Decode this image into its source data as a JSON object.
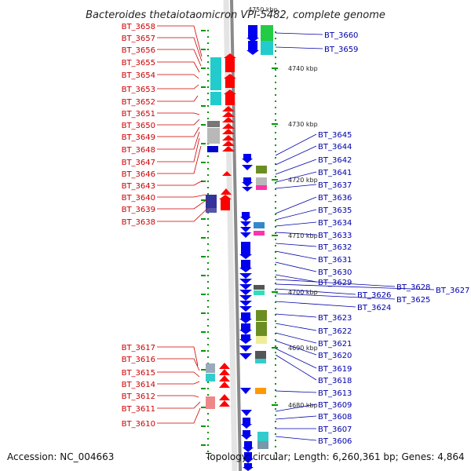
{
  "title": "Bacteroides thetaiotaomicron VPI-5482, complete genome",
  "top_partial_label": "4750 kbp",
  "accession": "Accession: NC_004663",
  "topology": "Topology: circular; Length: 6,260,361 bp; Genes: 4,864",
  "colors": {
    "left_label": "#cc0000",
    "right_label": "#0000aa",
    "left_gene": "#ff0000",
    "right_gene": "#0000ee",
    "tick": "#009900",
    "backbone": "#8a8a8a"
  },
  "kbp_labels": [
    "4740 kbp",
    "4730 kbp",
    "4720 kbp",
    "4710 kbp",
    "4700 kbp",
    "4690 kbp",
    "4680 kbp"
  ],
  "left_labels": [
    "BT_3658",
    "BT_3657",
    "BT_3656",
    "BT_3655",
    "BT_3654",
    "BT_3653",
    "BT_3652",
    "BT_3651",
    "BT_3650",
    "BT_3649",
    "BT_3648",
    "BT_3647",
    "BT_3646",
    "BT_3643",
    "BT_3640",
    "BT_3639",
    "BT_3638",
    "BT_3617",
    "BT_3616",
    "BT_3615",
    "BT_3614",
    "BT_3612",
    "BT_3611",
    "BT_3610"
  ],
  "right_labels": [
    "BT_3660",
    "BT_3659",
    "BT_3645",
    "BT_3644",
    "BT_3642",
    "BT_3641",
    "BT_3637",
    "BT_3636",
    "BT_3635",
    "BT_3634",
    "BT_3633",
    "BT_3632",
    "BT_3631",
    "BT_3630",
    "BT_3629",
    "BT_3628",
    "BT_3627",
    "BT_3626",
    "BT_3625",
    "BT_3624",
    "BT_3623",
    "BT_3622",
    "BT_3621",
    "BT_3620",
    "BT_3619",
    "BT_3618",
    "BT_3613",
    "BT_3609",
    "BT_3608",
    "BT_3607",
    "BT_3606"
  ]
}
